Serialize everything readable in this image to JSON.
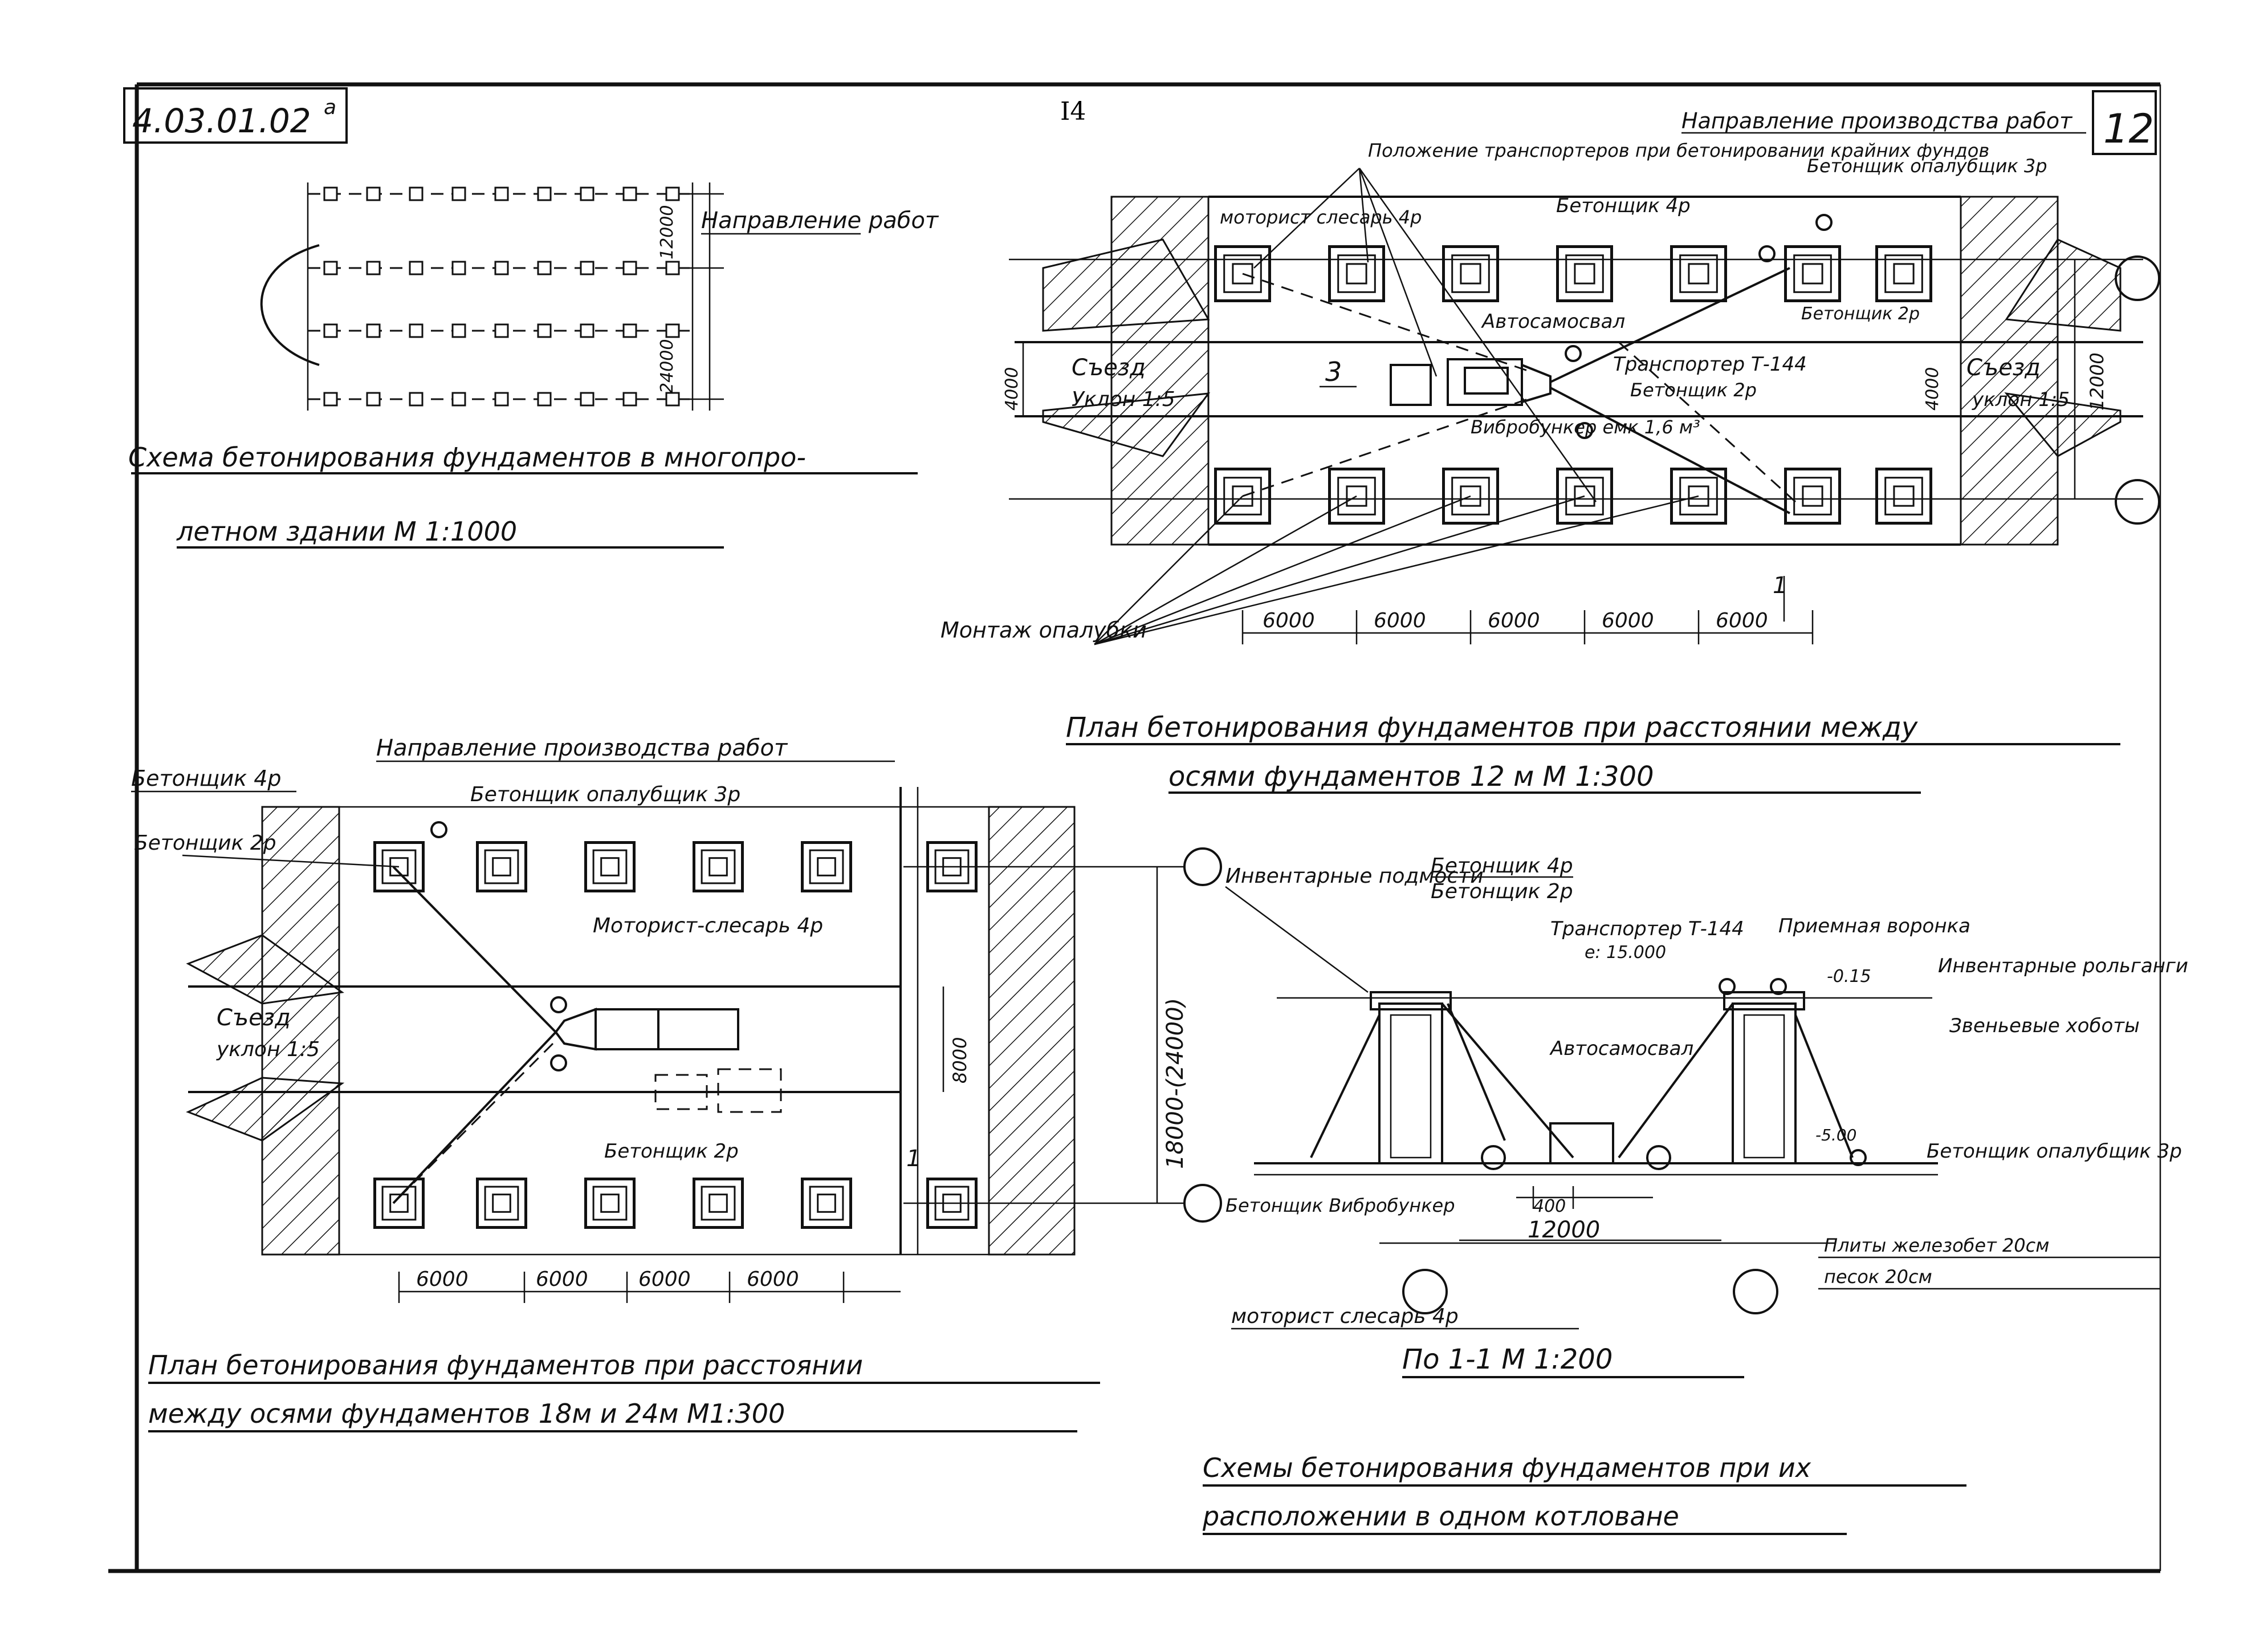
{
  "sheet": {
    "code": "4.03.01.02",
    "code_suffix": "a",
    "page_no": "I4",
    "sheet_no": "12"
  },
  "scheme_multispan": {
    "title_line1": "Схема бетонирования фундаментов в многопро-",
    "title_line2": "летном здании М 1:1000",
    "direction_label": "Направление работ",
    "dims": [
      "12000",
      "24000"
    ]
  },
  "plan_12m": {
    "title_line1": "План бетонирования фундаментов при расстоянии между",
    "title_line2": "осями фундаментов 12 м М 1:300",
    "direction_label": "Направление производства работ",
    "labels": {
      "transporter_position": "Положение транспортеров при бетонировании крайних фундов",
      "concrete_formwork": "Бетонщик опалубщик 3р",
      "motorist": "моторист слесарь 4р",
      "concrete_4": "Бетонщик 4р",
      "concrete_2a": "Бетонщик 2р",
      "autotruck": "Автосамосвал",
      "transporter": "Транспортер Т-144",
      "concrete_2b": "Бетонщик 2р",
      "vibro": "Вибробункер емк 1,6 м³",
      "ramp_left": "Съезд",
      "slope_left": "Уклон 1:5",
      "ramp_right": "Съезд",
      "slope_right": "уклон 1:5",
      "mark_3": "3",
      "section_mark": "1",
      "formwork_install": "Монтаж опалубки"
    },
    "dims": [
      "4000",
      "4000",
      "12000"
    ],
    "spans": [
      "6000",
      "6000",
      "6000",
      "6000",
      "6000"
    ]
  },
  "plan_18m": {
    "title_line1": "План бетонирования фундаментов при расстоянии",
    "title_line2": "между осями фундаментов 18м и 24м М1:300",
    "direction_label": "Направление производства работ",
    "labels": {
      "concrete_4": "Бетонщик 4р",
      "concrete_formwork": "Бетонщик опалубщик 3р",
      "concrete_2a": "Бетонщик 2р",
      "motorist": "Моторист-слесарь 4р",
      "ramp": "Съезд",
      "slope": "уклон 1:5",
      "concrete_2b": "Бетонщик 2р",
      "section_mark": "1"
    },
    "dims": [
      "8000",
      "18000-(24000)"
    ],
    "spans": [
      "6000",
      "6000",
      "6000",
      "6000"
    ]
  },
  "section_11": {
    "title": "По 1-1 М 1:200",
    "labels": {
      "scaffold": "Инвентарные подмости",
      "concrete_4": "Бетонщик 4р",
      "concrete_2": "Бетонщик 2р",
      "transporter": "Транспортер Т-144",
      "capacity": "е: 15.000",
      "receiving_hopper": "Приемная воронка",
      "inventory_chutes": "Инвентарные рольганги",
      "link_trunks": "Звеньевые хоботы",
      "autotruck": "Автосамосвал",
      "concrete_vibro": "Бетонщик Вибробункер",
      "concrete_formwork": "Бетонщик опалубщик 3р",
      "slabs": "Плиты железобет 20см",
      "sand": "песок 20см",
      "motorist": "моторист слесарь 4р",
      "level_top": "-0.15",
      "level_bottom": "-5.00"
    },
    "dims": [
      "400",
      "12000"
    ]
  },
  "footer_caption": {
    "line1": "Схемы бетонирования фундаментов при их",
    "line2": "расположении в одном котловане"
  }
}
